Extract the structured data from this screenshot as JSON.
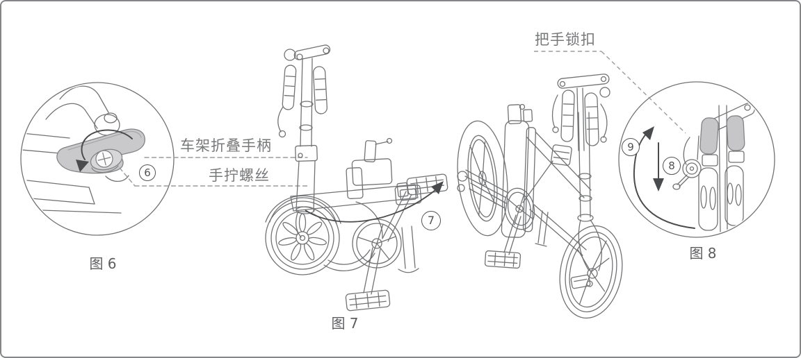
{
  "colors": {
    "line": "#717274",
    "lever_fill": "#c9c9cb",
    "grip_fill": "#c6c6c8",
    "arrow": "#4a4b4d",
    "dashed_leader": "#9b9b9d",
    "label_text": "#77787a",
    "caption_text": "#5c5d5f",
    "page_border": "#85868a"
  },
  "figure6": {
    "caption": "图 6",
    "callout": "6",
    "label_handle": "车架折叠手柄",
    "label_screw": "手拧螺丝"
  },
  "figure7": {
    "caption": "图 7",
    "callout": "7"
  },
  "figure8": {
    "caption": "图 8",
    "label_lock": "把手锁扣",
    "callout_slide": "8",
    "callout_rotate": "9"
  }
}
